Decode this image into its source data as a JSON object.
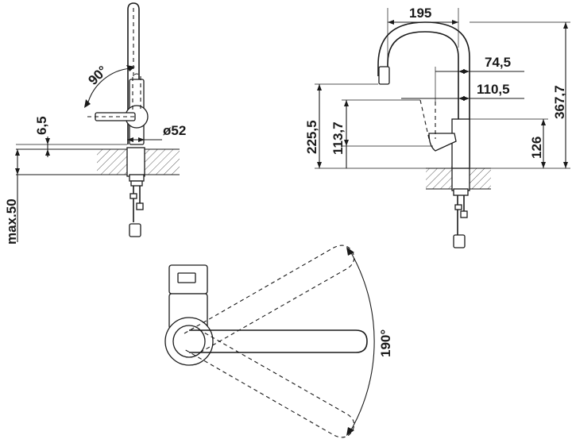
{
  "labels": {
    "angle_side": "90°",
    "thread_offset": "6,5",
    "hole_diameter": "ø52",
    "counter_thickness": "max.50",
    "spout_width": "195",
    "spout_reach_inner": "74,5",
    "spout_reach_pulled": "110,5",
    "total_height": "367,7",
    "outlet_height": "225,5",
    "pulled_height": "113,7",
    "body_height": "126",
    "swivel_angle": "190°"
  }
}
